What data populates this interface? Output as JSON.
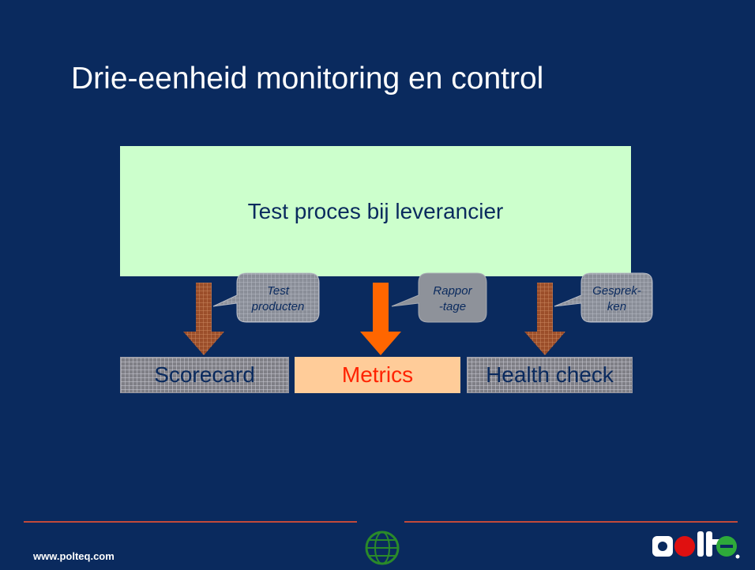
{
  "title": "Drie-eenheid monitoring en control",
  "process_box": "Test proces bij leverancier",
  "boxes": {
    "scorecard": "Scorecard",
    "metrics": "Metrics",
    "health": "Health check"
  },
  "callouts": {
    "test_line1": "Test",
    "test_line2": "producten",
    "rapport_line1": "Rappor",
    "rapport_line2": "-tage",
    "gesprek_line1": "Gesprek-",
    "gesprek_line2": "ken"
  },
  "footer": {
    "url": "www.polteq.com",
    "logo_text": "polteq"
  },
  "colors": {
    "background": "#0a2a5e",
    "process_fill": "#ccffcc",
    "metrics_fill": "#ffcc99",
    "metrics_text": "#ff2200",
    "arrow_brown": "#a0522d",
    "arrow_orange": "#ff6600",
    "footer_line": "#c24a3a"
  }
}
